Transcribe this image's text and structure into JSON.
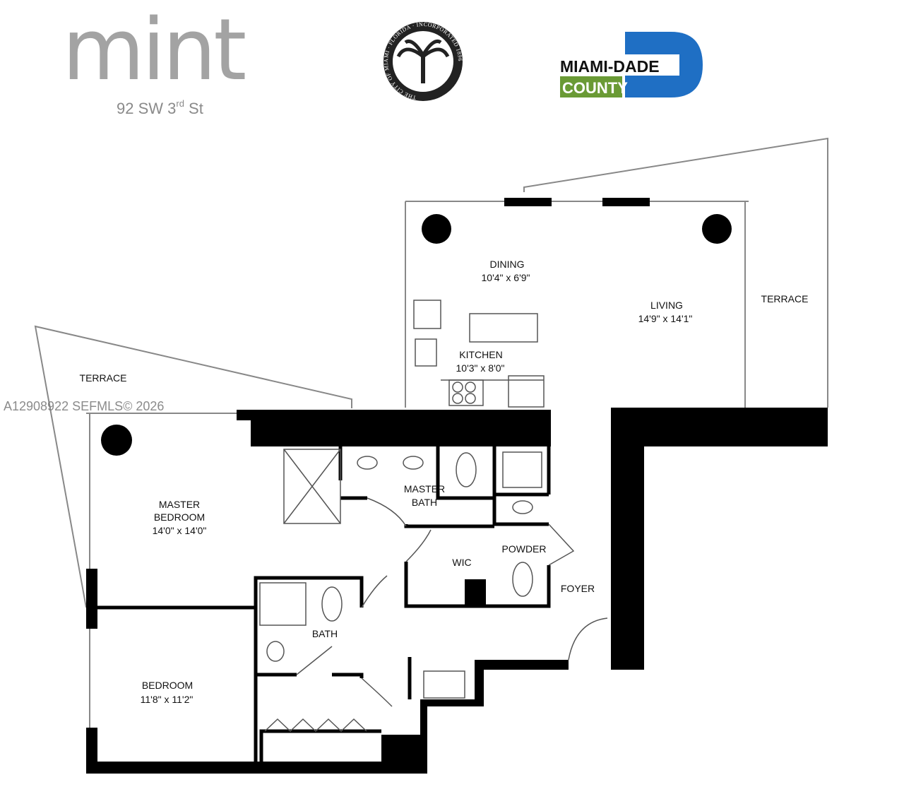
{
  "header": {
    "brand_logo": "mint",
    "address_main": "92 SW 3",
    "address_sup": "rd",
    "address_suffix": " St",
    "city_seal_text": "THE CITY OF MIAMI · FLORIDA · INCORPORATED 1896",
    "county_logo_line1": "MIAMI-DADE",
    "county_logo_line2": "COUNTY",
    "colors": {
      "county_blue": "#1f6fc4",
      "county_green": "#6a9a35",
      "mint_gray": "#a3a3a3"
    }
  },
  "watermark": "A12908922  SEFMLS© 2026",
  "rooms": [
    {
      "name": "DINING",
      "size": "10'4\" x 6'9\""
    },
    {
      "name": "LIVING",
      "size": "14'9\" x 14'1\""
    },
    {
      "name": "TERRACE",
      "size": ""
    },
    {
      "name": "KITCHEN",
      "size": "10'3\" x 8'0\""
    },
    {
      "name": "TERRACE",
      "size": ""
    },
    {
      "name": "MASTER",
      "name2": "BEDROOM",
      "size": "14'0\" x 14'0\""
    },
    {
      "name": "MASTER",
      "name2": "BATH"
    },
    {
      "name": "WIC"
    },
    {
      "name": "POWDER"
    },
    {
      "name": "FOYER"
    },
    {
      "name": "BATH"
    },
    {
      "name": "BEDROOM",
      "size": "11'8\" x 11'2\""
    }
  ]
}
